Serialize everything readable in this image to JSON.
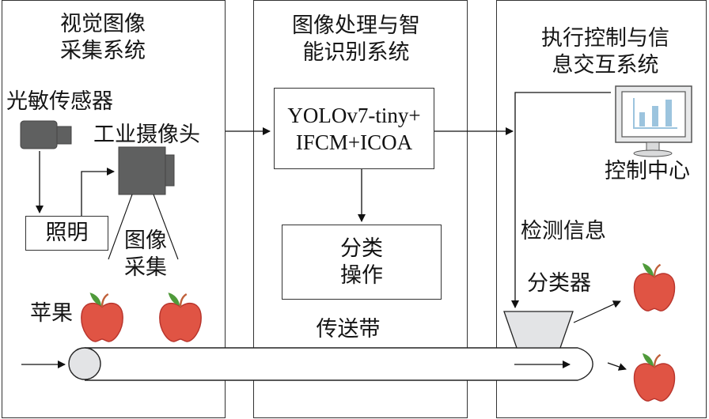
{
  "panels": {
    "acquisition": {
      "title": "视觉图像\n采集系统"
    },
    "processing": {
      "title": "图像处理与智\n能识别系统"
    },
    "execution": {
      "title": "执行控制与信\n息交互系统"
    }
  },
  "labels": {
    "light_sensor": "光敏传感器",
    "industrial_camera": "工业摄像头",
    "lighting": "照明",
    "image_capture": "图像\n采集",
    "apple": "苹果",
    "model_box": "YOLOv7-tiny+\nIFCM+ICOA",
    "sort_operation": "分类\n操作",
    "conveyor": "传送带",
    "control_center": "控制中心",
    "detection_info": "检测信息",
    "sorter": "分类器"
  },
  "icons": {
    "sensor": "light-sensor-icon",
    "camera": "industrial-camera-icon",
    "monitor": "monitor-chart-icon",
    "apple": "apple-icon"
  },
  "colors": {
    "device_gray": "#5f6060",
    "apple_red": "#e05444",
    "apple_outline": "#b8342c",
    "leaf_green": "#4f9a3a",
    "stem_brown": "#c0603a",
    "monitor_bar": "#9cc4de",
    "sorter_fill": "#e3e4e6",
    "roller_fill": "#e3e4e6"
  }
}
